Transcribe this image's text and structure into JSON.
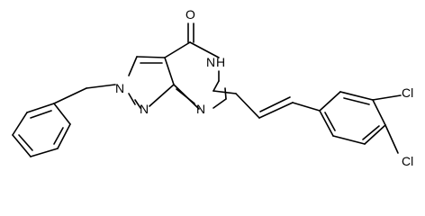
{
  "molecule": {
    "atoms": {
      "carbonyl_oxygen": "O",
      "ring_nh": "H",
      "ring_nh_n": "N",
      "pyrimidine_n": "N",
      "pyrazole_n1": "N",
      "pyrazole_n2": "N",
      "chlorine_3": "Cl",
      "chlorine_4": "Cl"
    }
  }
}
